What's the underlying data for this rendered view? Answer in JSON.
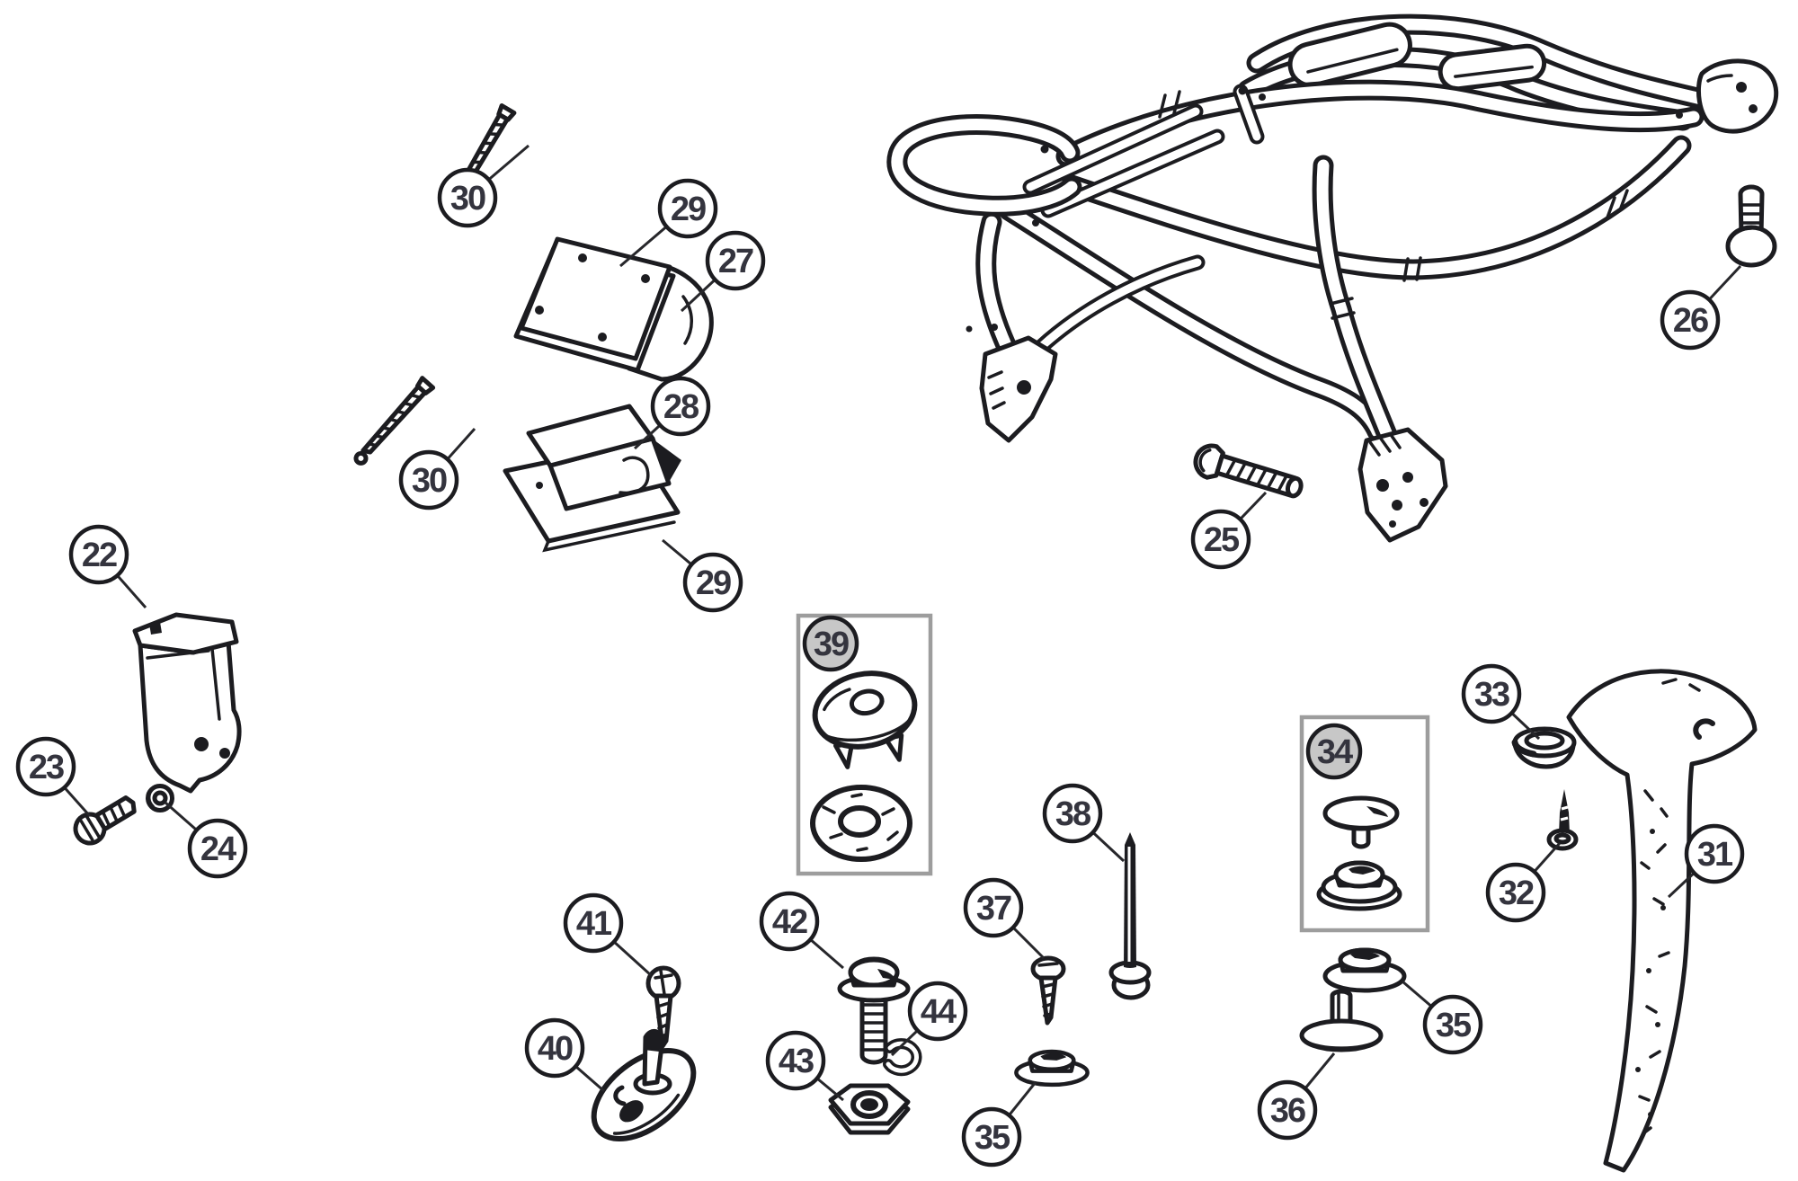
{
  "diagram": {
    "kind": "exploded-parts-diagram",
    "background_color": "#ffffff",
    "line_color": "#1c1c20",
    "number_color": "#34343e",
    "highlight_box_color": "#9d9d9d",
    "highlighted_callout_fill": "#c7c7c7",
    "callout_fill": "#ffffff"
  },
  "callouts": {
    "c22": {
      "label": "22",
      "part_shape": "mounting-bracket"
    },
    "c23": {
      "label": "23",
      "part_shape": "pan-head-screw"
    },
    "c24": {
      "label": "24",
      "part_shape": "washer-nut"
    },
    "c25": {
      "label": "25",
      "part_shape": "hex-bolt"
    },
    "c26": {
      "label": "26",
      "part_shape": "hex-bolt"
    },
    "c27": {
      "label": "27",
      "part_shape": "packing-plate"
    },
    "c28": {
      "label": "28",
      "part_shape": "folded-anchor-plate"
    },
    "c29a": {
      "label": "29",
      "part_shape": "square-plate"
    },
    "c29b": {
      "label": "29",
      "part_shape": "square-plate"
    },
    "c30a": {
      "label": "30",
      "part_shape": "long-screw"
    },
    "c30b": {
      "label": "30",
      "part_shape": "long-screw"
    },
    "c31": {
      "label": "31",
      "part_shape": "curved-stay"
    },
    "c32": {
      "label": "32",
      "part_shape": "tack"
    },
    "c33": {
      "label": "33",
      "part_shape": "cup-grommet"
    },
    "c34": {
      "label": "34",
      "part_shape": "durable-dot-fastener-set"
    },
    "c35a": {
      "label": "35",
      "part_shape": "snap-socket"
    },
    "c35b": {
      "label": "35",
      "part_shape": "snap-socket"
    },
    "c36": {
      "label": "36",
      "part_shape": "snap-stud"
    },
    "c37": {
      "label": "37",
      "part_shape": "tapping-screw"
    },
    "c38": {
      "label": "38",
      "part_shape": "pillar-pin"
    },
    "c39": {
      "label": "39",
      "part_shape": "pronged-eyelet-and-washer"
    },
    "c40": {
      "label": "40",
      "part_shape": "turn-button-plate"
    },
    "c41": {
      "label": "41",
      "part_shape": "tapping-screw"
    },
    "c42": {
      "label": "42",
      "part_shape": "lift-dot-stud"
    },
    "c43": {
      "label": "43",
      "part_shape": "hex-nut"
    },
    "c44": {
      "label": "44",
      "part_shape": "spring-clip"
    }
  }
}
